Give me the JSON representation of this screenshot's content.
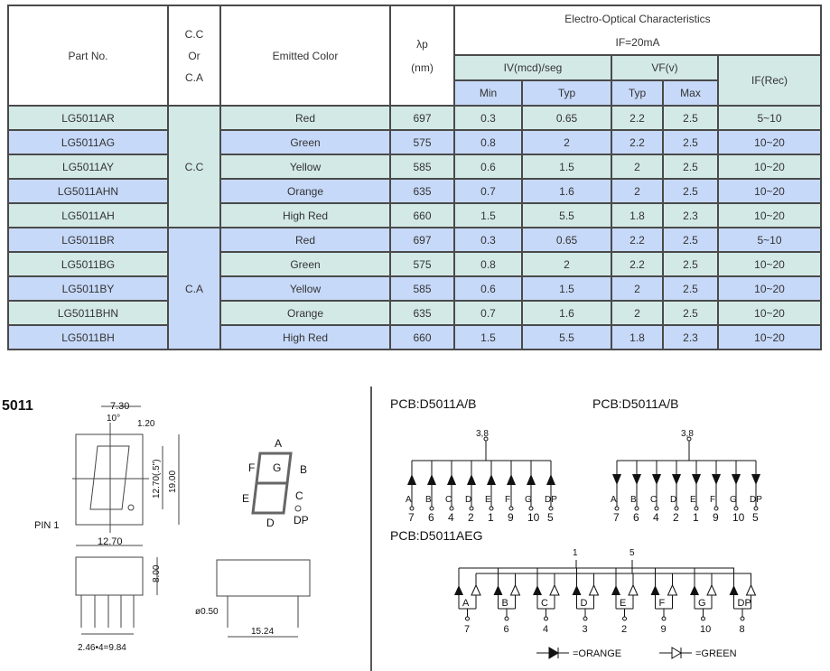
{
  "header": {
    "part_no": "Part No.",
    "cc_or_ca": [
      "C.C",
      "Or",
      "C.A"
    ],
    "emitted_color": "Emitted Color",
    "lambda": "λp",
    "lambda_unit": "(nm)",
    "eo_title": "Electro-Optical Characteristics",
    "eo_cond": "IF=20mA",
    "iv": "IV(mcd)/seg",
    "vf": "VF(v)",
    "if_rec": "IF(Rec)",
    "min": "Min",
    "typ": "Typ",
    "typ2": "Typ",
    "max": "Max"
  },
  "groups": {
    "cc": "C.C",
    "ca": "C.A"
  },
  "rows": [
    {
      "part": "LG5011AR",
      "color": "Red",
      "lp": "697",
      "iv_min": "0.3",
      "iv_typ": "0.65",
      "vf_typ": "2.2",
      "vf_max": "2.5",
      "if": "5~10"
    },
    {
      "part": "LG5011AG",
      "color": "Green",
      "lp": "575",
      "iv_min": "0.8",
      "iv_typ": "2",
      "vf_typ": "2.2",
      "vf_max": "2.5",
      "if": "10~20"
    },
    {
      "part": "LG5011AY",
      "color": "Yellow",
      "lp": "585",
      "iv_min": "0.6",
      "iv_typ": "1.5",
      "vf_typ": "2",
      "vf_max": "2.5",
      "if": "10~20"
    },
    {
      "part": "LG5011AHN",
      "color": "Orange",
      "lp": "635",
      "iv_min": "0.7",
      "iv_typ": "1.6",
      "vf_typ": "2",
      "vf_max": "2.5",
      "if": "10~20"
    },
    {
      "part": "LG5011AH",
      "color": "High Red",
      "lp": "660",
      "iv_min": "1.5",
      "iv_typ": "5.5",
      "vf_typ": "1.8",
      "vf_max": "2.3",
      "if": "10~20"
    },
    {
      "part": "LG5011BR",
      "color": "Red",
      "lp": "697",
      "iv_min": "0.3",
      "iv_typ": "0.65",
      "vf_typ": "2.2",
      "vf_max": "2.5",
      "if": "5~10"
    },
    {
      "part": "LG5011BG",
      "color": "Green",
      "lp": "575",
      "iv_min": "0.8",
      "iv_typ": "2",
      "vf_typ": "2.2",
      "vf_max": "2.5",
      "if": "10~20"
    },
    {
      "part": "LG5011BY",
      "color": "Yellow",
      "lp": "585",
      "iv_min": "0.6",
      "iv_typ": "1.5",
      "vf_typ": "2",
      "vf_max": "2.5",
      "if": "10~20"
    },
    {
      "part": "LG5011BHN",
      "color": "Orange",
      "lp": "635",
      "iv_min": "0.7",
      "iv_typ": "1.6",
      "vf_typ": "2",
      "vf_max": "2.5",
      "if": "10~20"
    },
    {
      "part": "LG5011BH",
      "color": "High Red",
      "lp": "660",
      "iv_min": "1.5",
      "iv_typ": "5.5",
      "vf_typ": "1.8",
      "vf_max": "2.3",
      "if": "10~20"
    }
  ],
  "drawing": {
    "model": "5011",
    "dim_width_top": "7.30",
    "angle": "10°",
    "dim_seg": "1.20",
    "dim_digit": "12.70(.5\")",
    "dim_height": "19.00",
    "pin1": "PIN 1",
    "dim_width": "12.70",
    "dim_depth": "8.00",
    "pitch": "2.46•4=9.84",
    "pin_dia": "ø0.50",
    "row_spacing": "15.24",
    "segments": [
      "A",
      "B",
      "C",
      "D",
      "E",
      "F",
      "G",
      "DP"
    ]
  },
  "circuits": {
    "cc_title": "PCB:D5011A/B",
    "ca_title": "PCB:D5011A/B",
    "common": "3,8",
    "pins": [
      "7",
      "6",
      "4",
      "2",
      "1",
      "9",
      "10",
      "5"
    ],
    "aeg_title": "PCB:D5011AEG",
    "aeg_common": [
      "1",
      "5"
    ],
    "aeg_pins": [
      "7",
      "6",
      "4",
      "3",
      "2",
      "9",
      "10",
      "8"
    ],
    "legend_orange": "=ORANGE",
    "legend_green": "=GREEN"
  }
}
